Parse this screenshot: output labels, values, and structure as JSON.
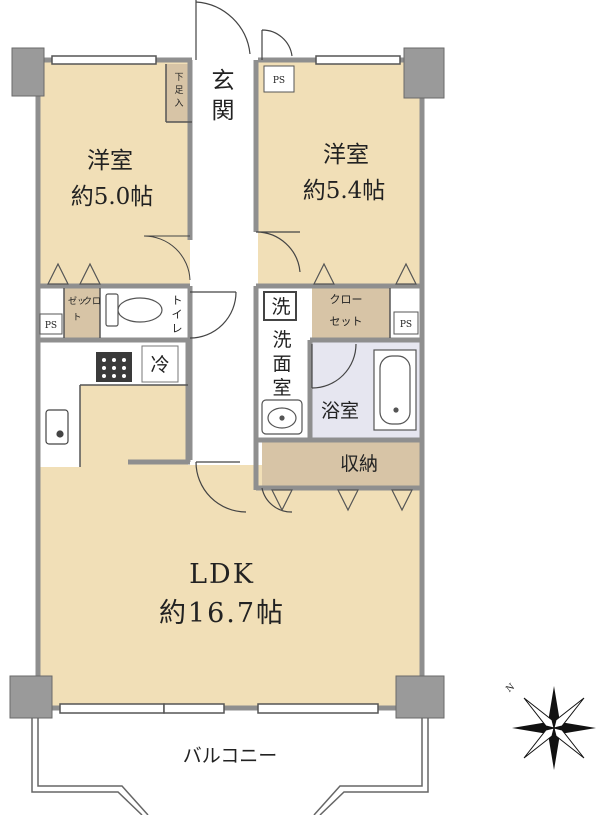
{
  "rooms": {
    "western_room_1": {
      "name": "洋室",
      "area": "約5.0帖"
    },
    "western_room_2": {
      "name": "洋室",
      "area": "約5.4帖"
    },
    "ldk": {
      "name": "LDK",
      "area": "約16.7帖"
    },
    "entrance": {
      "line1": "玄",
      "line2": "関"
    },
    "shoe_box": {
      "line1": "下",
      "line2": "足",
      "line3": "入"
    },
    "toilet": {
      "line1": "ト",
      "line2": "イ",
      "line3": "レ"
    },
    "closet_left": {
      "col1": "クロ",
      "col2": "ゼッ",
      "col3": "ト"
    },
    "closet_right": {
      "line1": "クロー",
      "line2": "セット"
    },
    "washroom": {
      "line1": "洗",
      "line2": "面",
      "line3": "室"
    },
    "washer": "洗",
    "bathroom": "浴室",
    "storage": "収納",
    "fridge": "冷",
    "ps_left": "PS",
    "ps_right": "PS",
    "meter": "PS",
    "balcony": "バルコニー"
  },
  "compass": {
    "label": "N"
  },
  "colors": {
    "room_fill": "#f1dfb7",
    "closet_fill": "#d7c4a6",
    "wall": "#8f8f8f",
    "pillar": "#9a9a9a",
    "corridor": "#ffffff",
    "bath_fill": "#e6e6f0"
  }
}
